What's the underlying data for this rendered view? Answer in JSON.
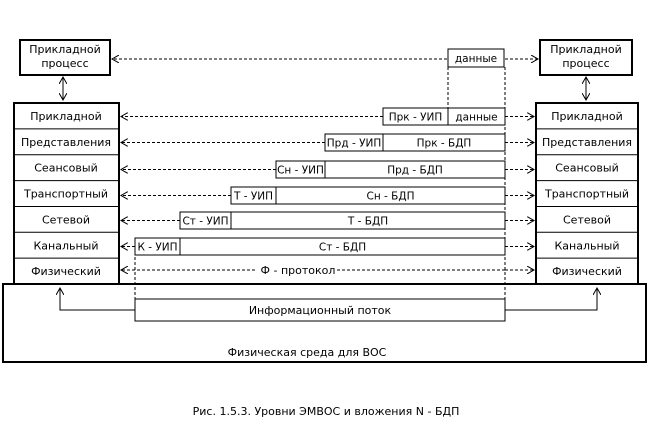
{
  "process": {
    "left": [
      "Прикладной",
      "процесс"
    ],
    "right": [
      "Прикладной",
      "процесс"
    ]
  },
  "layers": [
    "Прикладной",
    "Представления",
    "Сеансовый",
    "Транспортный",
    "Сетевой",
    "Канальный",
    "Физический"
  ],
  "pdus": [
    {
      "header": "Прк - УИП",
      "body": "данные"
    },
    {
      "header": "Прд - УИП",
      "body": "Прк - БДП"
    },
    {
      "header": "Сн - УИП",
      "body": "Прд - БДП"
    },
    {
      "header": "Т - УИП",
      "body": "Сн - БДП"
    },
    {
      "header": "Ст - УИП",
      "body": "Т - БДП"
    },
    {
      "header": "К - УИП",
      "body": "Ст - БДП"
    }
  ],
  "top_data_label": "данные",
  "physical_protocol": "Ф - протокол",
  "info_flow": "Информационный поток",
  "medium": "Физическая среда для ВОС",
  "caption": "Рис. 1.5.3. Уровни  ЭМВОС  и  вложения  N - БДП"
}
